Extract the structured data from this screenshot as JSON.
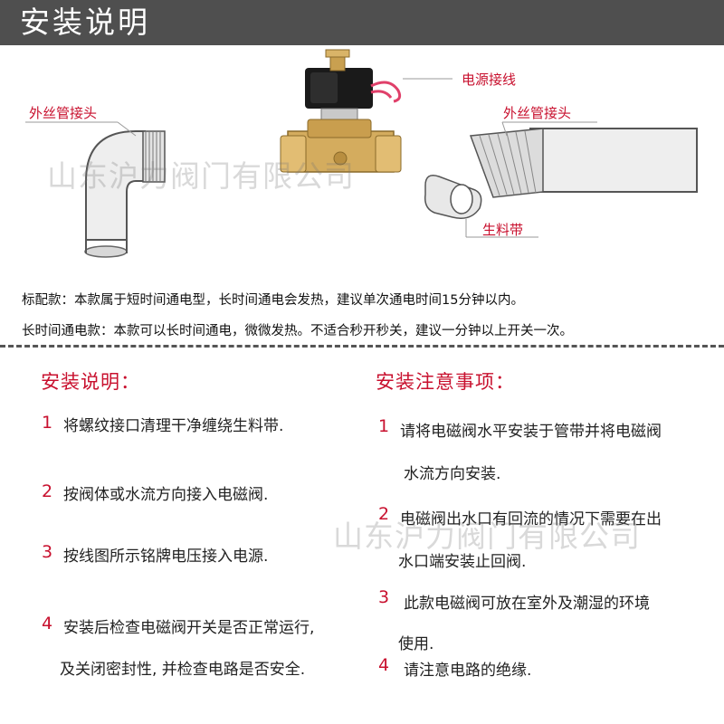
{
  "header": {
    "title": "安装说明"
  },
  "diagram": {
    "label_power": "电源接线",
    "label_left_fitting": "外丝管接头",
    "label_right_fitting": "外丝管接头",
    "label_tape": "生料带",
    "watermark": "山东沪力阀门有限公司"
  },
  "notes": {
    "standard": "标配款：本款属于短时间通电型，长时间通电会发热，建议单次通电时间15分钟以内。",
    "longtime": "长时间通电款：本款可以长时间通电，微微发热。不适合秒开秒关，建议一分钟以上开关一次。"
  },
  "install": {
    "title": "安装说明：",
    "items": [
      {
        "num": "1",
        "lines": [
          "将螺纹接口清理干净缠绕生料带."
        ]
      },
      {
        "num": "2",
        "lines": [
          "按阀体或水流方向接入电磁阀."
        ]
      },
      {
        "num": "3",
        "lines": [
          "按线图所示铭牌电压接入电源."
        ]
      },
      {
        "num": "4",
        "lines": [
          "安装后检查电磁阀开关是否正常运行,",
          "及关闭密封性, 并检查电路是否安全."
        ]
      }
    ]
  },
  "cautions": {
    "title": "安装注意事项：",
    "items": [
      {
        "num": "1",
        "lines": [
          "请将电磁阀水平安装于管带并将电磁阀",
          "水流方向安装."
        ]
      },
      {
        "num": "2",
        "lines": [
          "电磁阀出水口有回流的情况下需要在出",
          "水口端安装止回阀."
        ]
      },
      {
        "num": "3",
        "lines": [
          "此款电磁阀可放在室外及潮湿的环境",
          "使用."
        ]
      },
      {
        "num": "4",
        "lines": [
          "请注意电路的绝缘."
        ]
      }
    ]
  },
  "watermark2": "山东沪力阀门有限公司",
  "colors": {
    "accent_red": "#c8102e",
    "header_bg": "#4f4f4f",
    "brass": "#d4ac5e"
  }
}
